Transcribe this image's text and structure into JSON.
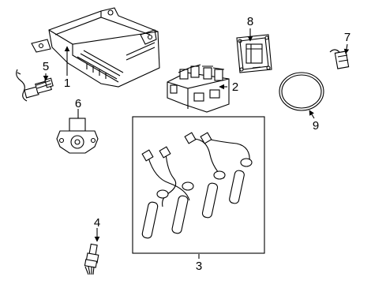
{
  "callouts": [
    {
      "number": "1",
      "part": "ecu-module"
    },
    {
      "number": "2",
      "part": "ignition-coil-pack"
    },
    {
      "number": "3",
      "part": "spark-plug-wire-set"
    },
    {
      "number": "4",
      "part": "spark-plug"
    },
    {
      "number": "5",
      "part": "oxygen-sensor"
    },
    {
      "number": "6",
      "part": "throttle-position-sensor"
    },
    {
      "number": "7",
      "part": "knock-sensor"
    },
    {
      "number": "8",
      "part": "coil-mount-gasket"
    },
    {
      "number": "9",
      "part": "o-ring-seal"
    }
  ]
}
